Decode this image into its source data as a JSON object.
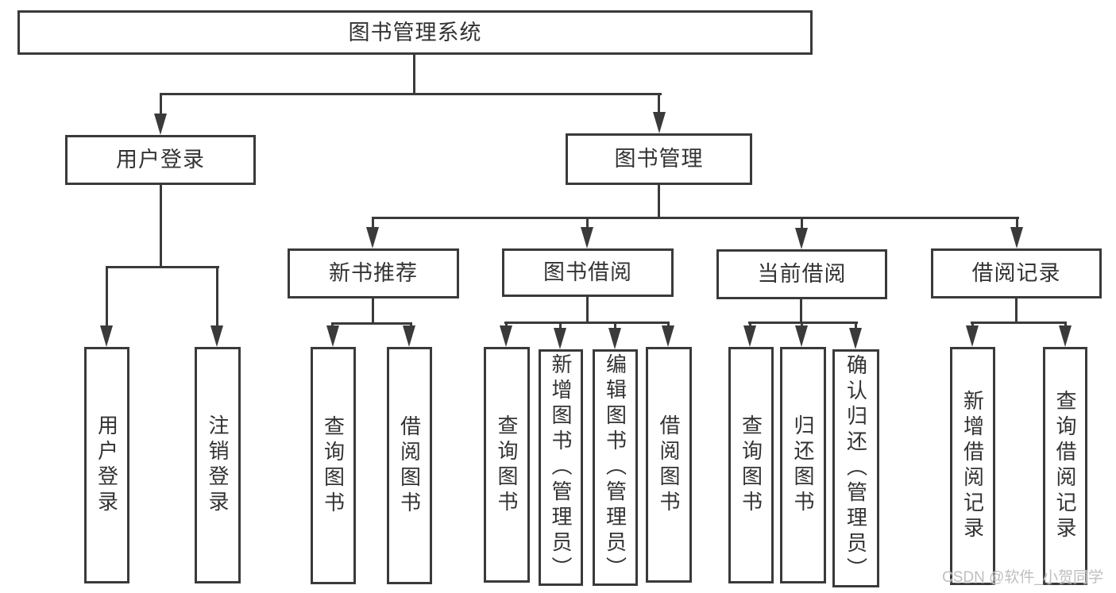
{
  "tree": {
    "label": "图书管理系统",
    "children": [
      {
        "label": "用户登录",
        "children": [
          {
            "label": "用户登录"
          },
          {
            "label": "注销登录"
          }
        ]
      },
      {
        "label": "图书管理",
        "children": [
          {
            "label": "新书推荐",
            "children": [
              {
                "label": "查询图书"
              },
              {
                "label": "借阅图书"
              }
            ]
          },
          {
            "label": "图书借阅",
            "children": [
              {
                "label": "查询图书"
              },
              {
                "label": "新增图书（管理员）"
              },
              {
                "label": "编辑图书（管理员）"
              },
              {
                "label": "借阅图书"
              }
            ]
          },
          {
            "label": "当前借阅",
            "children": [
              {
                "label": "查询图书"
              },
              {
                "label": "归还图书"
              },
              {
                "label": "确认归还（管理员）"
              }
            ]
          },
          {
            "label": "借阅记录",
            "children": [
              {
                "label": "新增借阅记录"
              },
              {
                "label": "查询借阅记录"
              }
            ]
          }
        ]
      }
    ]
  },
  "watermark": {
    "text": "CSDN @软件_小贺同学"
  },
  "colors": {
    "line": "#3a3a3a",
    "text": "#333333",
    "bg": "#ffffff",
    "watermark": "#bfbfbf"
  }
}
